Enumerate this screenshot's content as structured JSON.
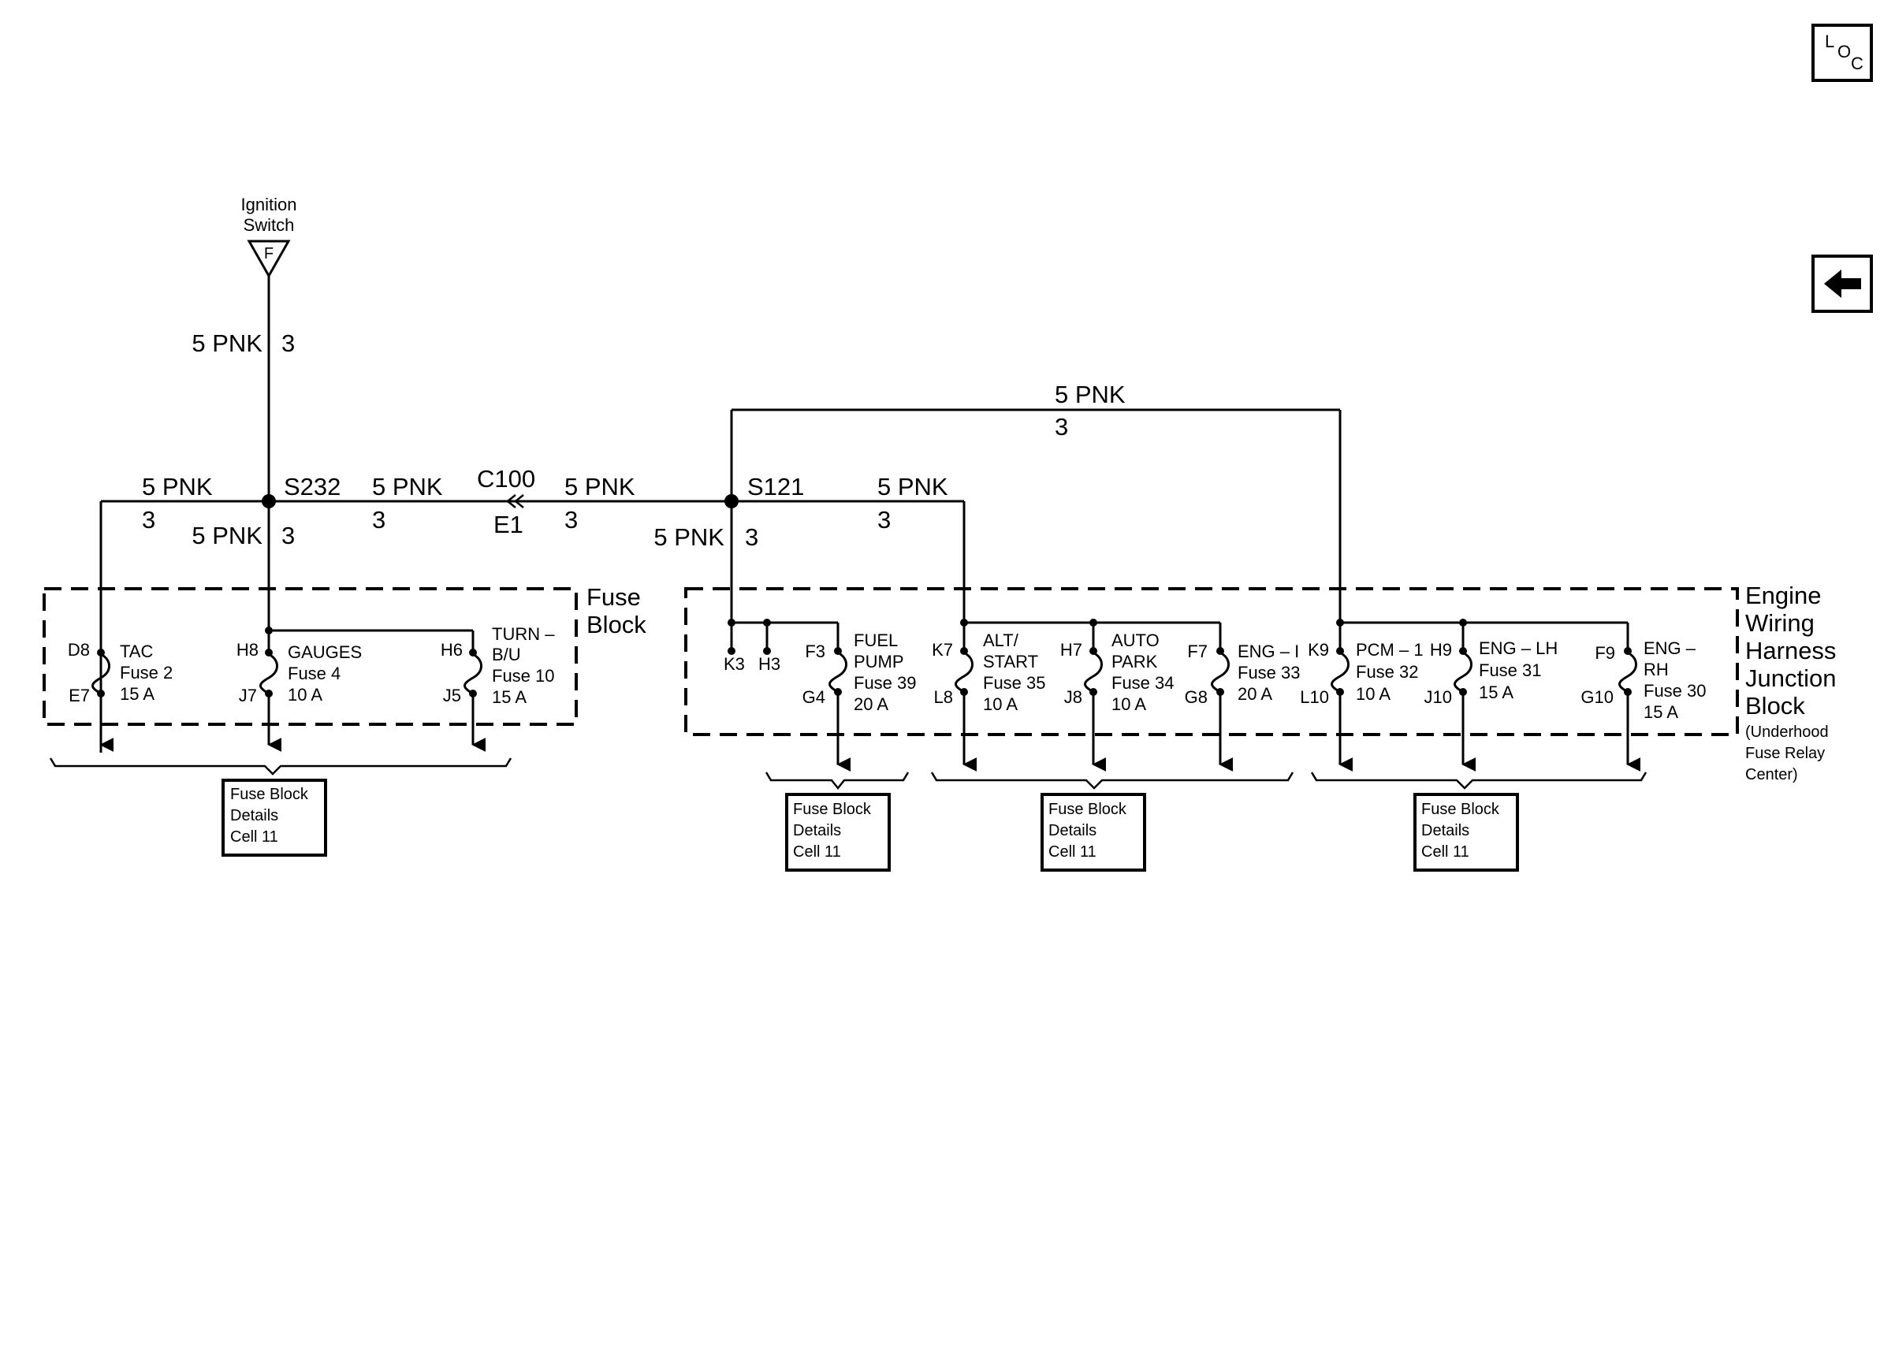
{
  "ignition": {
    "line1": "Ignition",
    "line2": "Switch",
    "letter": "F"
  },
  "wires": {
    "w_ign": {
      "color": "5 PNK",
      "circuit": "3"
    },
    "w_left": {
      "color": "5 PNK",
      "circuit": "3"
    },
    "w_down": {
      "color": "5 PNK",
      "circuit": "3"
    },
    "w_mid": {
      "color": "5 PNK",
      "circuit": "3"
    },
    "w_c100": {
      "color": "5 PNK",
      "circuit": "3"
    },
    "w_s121_down": {
      "color": "5 PNK",
      "circuit": "3"
    },
    "w_s121_right": {
      "color": "5 PNK",
      "circuit": "3"
    },
    "w_top": {
      "color": "5 PNK",
      "circuit": "3"
    }
  },
  "splices": {
    "s232": "S232",
    "s121": "S121"
  },
  "connector": {
    "name": "C100",
    "pin": "E1"
  },
  "blocks": {
    "fuse_block": {
      "line1": "Fuse",
      "line2": "Block"
    },
    "engine": {
      "lines": [
        "Engine",
        "Wiring",
        "Harness",
        "Junction",
        "Block"
      ],
      "sub": [
        "(Underhood",
        "Fuse Relay",
        "Center)"
      ]
    }
  },
  "fuses": {
    "tac": {
      "top": "D8",
      "bottom": "E7",
      "label": [
        "TAC",
        "Fuse 2",
        "15 A"
      ]
    },
    "gauges": {
      "top": "H8",
      "bottom": "J7",
      "label": [
        "GAUGES",
        "Fuse 4",
        "10 A"
      ]
    },
    "turn": {
      "top": "H6",
      "bottom": "J5",
      "label": [
        "TURN –",
        "B/U",
        "Fuse 10",
        "15 A"
      ]
    },
    "fuel": {
      "top": "F3",
      "bottom": "G4",
      "label": [
        "FUEL",
        "PUMP",
        "Fuse 39",
        "20 A"
      ]
    },
    "alt": {
      "top": "K7",
      "bottom": "L8",
      "label": [
        "ALT/",
        "START",
        "Fuse 35",
        "10 A"
      ]
    },
    "auto": {
      "top": "H7",
      "bottom": "J8",
      "label": [
        "AUTO",
        "PARK",
        "Fuse 34",
        "10 A"
      ]
    },
    "eng1": {
      "top": "F7",
      "bottom": "G8",
      "label": [
        "ENG – I",
        "Fuse 33",
        "20 A"
      ]
    },
    "pcm": {
      "top": "K9",
      "bottom": "L10",
      "label": [
        "PCM – 1",
        "Fuse 32",
        "10 A"
      ]
    },
    "englh": {
      "top": "H9",
      "bottom": "J10",
      "label": [
        "ENG – LH",
        "Fuse 31",
        "15 A"
      ]
    },
    "engrh": {
      "top": "F9",
      "bottom": "G10",
      "label": [
        "ENG –",
        "RH",
        "Fuse 30",
        "15 A"
      ]
    }
  },
  "pins": {
    "k3": "K3",
    "h3": "H3"
  },
  "refs": {
    "ref1": [
      "Fuse Block",
      "Details",
      "Cell 11"
    ],
    "ref2": [
      "Fuse Block",
      "Details",
      "Cell 11"
    ],
    "ref3": [
      "Fuse Block",
      "Details",
      "Cell 11"
    ],
    "ref4": [
      "Fuse Block",
      "Details",
      "Cell 11"
    ]
  },
  "buttons": {
    "loc": {
      "l": "L",
      "o": "O",
      "c": "C"
    }
  },
  "icons": {
    "back": "left-arrow-icon"
  }
}
